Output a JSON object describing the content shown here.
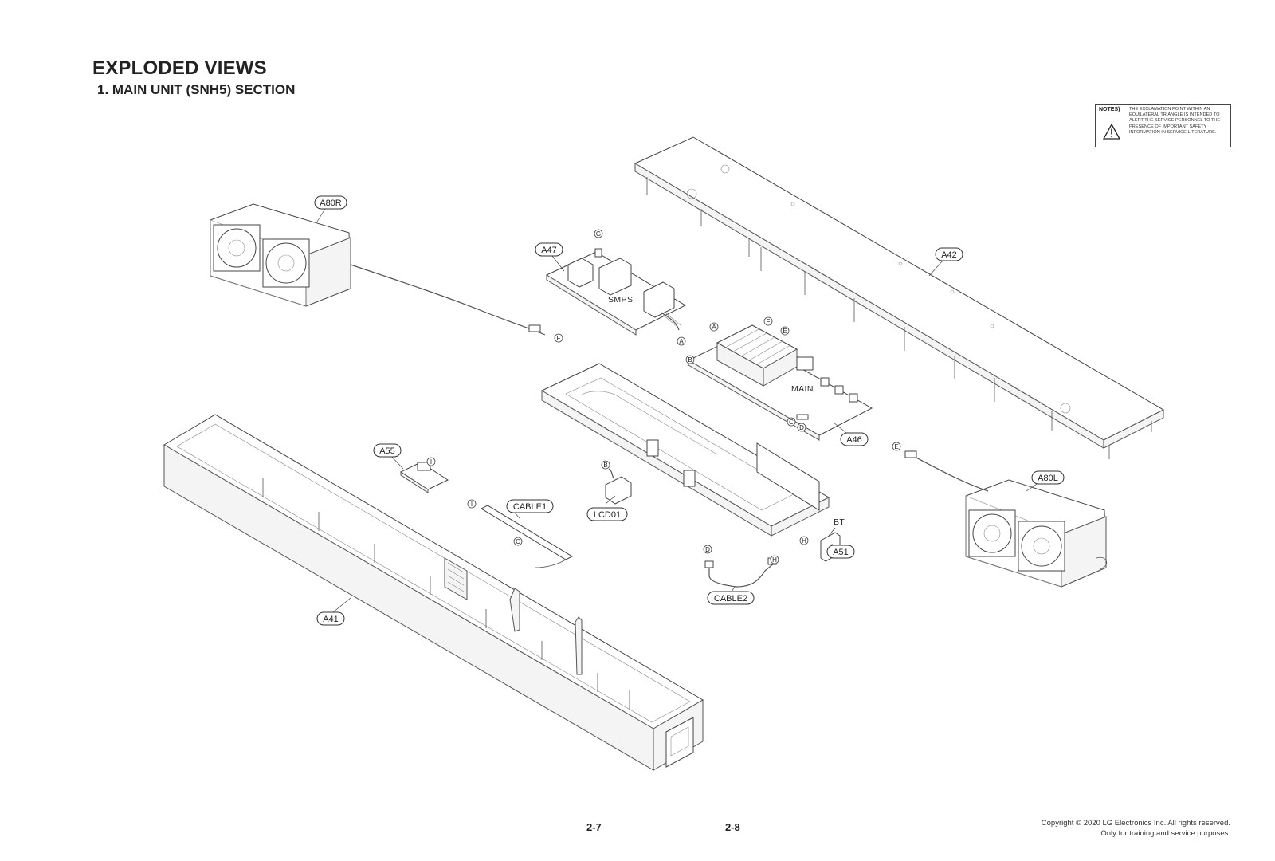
{
  "header": {
    "title": "EXPLODED VIEWS",
    "subtitle": "1. MAIN UNIT (SNH5) SECTION"
  },
  "notes": {
    "label": "NOTES)",
    "icon": "warning-triangle-icon",
    "text": "THE EXCLAMATION POINT WITHIN AN EQUILATERAL TRIANGLE IS INTENDED TO ALERT THE SERVICE PERSONNEL TO THE PRESENCE OF IMPORTANT SAFETY INFORMATION IN SERVICE LITERATURE."
  },
  "part_labels": {
    "a80r": "A80R",
    "a47": "A47",
    "a42": "A42",
    "a46": "A46",
    "a55": "A55",
    "cable1": "CABLE1",
    "lcd01": "LCD01",
    "a80l": "A80L",
    "a51": "A51",
    "cable2": "CABLE2",
    "a41": "A41"
  },
  "board_labels": {
    "smps": "SMPS",
    "main": "MAIN",
    "bt": "BT"
  },
  "connectors": {
    "g": "G",
    "f": "F",
    "a": "A",
    "b": "B",
    "e": "E",
    "c": "C",
    "d": "D",
    "h": "H",
    "i": "I"
  },
  "footer": {
    "page_left": "2-7",
    "page_right": "2-8",
    "copyright_line1": "Copyright © 2020 LG Electronics Inc. All rights reserved.",
    "copyright_line2": "Only for training and service purposes."
  }
}
